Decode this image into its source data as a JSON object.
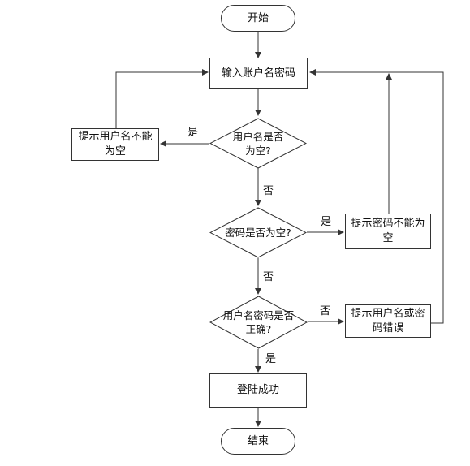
{
  "nodes": {
    "start": "开始",
    "input": "输入账户名密码",
    "check_user_empty": "用户名是否为空?",
    "prompt_user_empty": "提示用户名不能为空",
    "check_pwd_empty": "密码是否为空?",
    "prompt_pwd_empty": "提示密码不能为空",
    "check_correct": "用户名密码是否正确?",
    "prompt_error": "提示用户名或密码错误",
    "login_success": "登陆成功",
    "end": "结束"
  },
  "edge_labels": {
    "user_empty_yes": "是",
    "user_empty_no": "否",
    "pwd_empty_yes": "是",
    "pwd_empty_no": "否",
    "correct_no": "否",
    "correct_yes": "是"
  },
  "colors": {
    "stroke": "#333333",
    "background": "#ffffff",
    "text": "#111111"
  }
}
